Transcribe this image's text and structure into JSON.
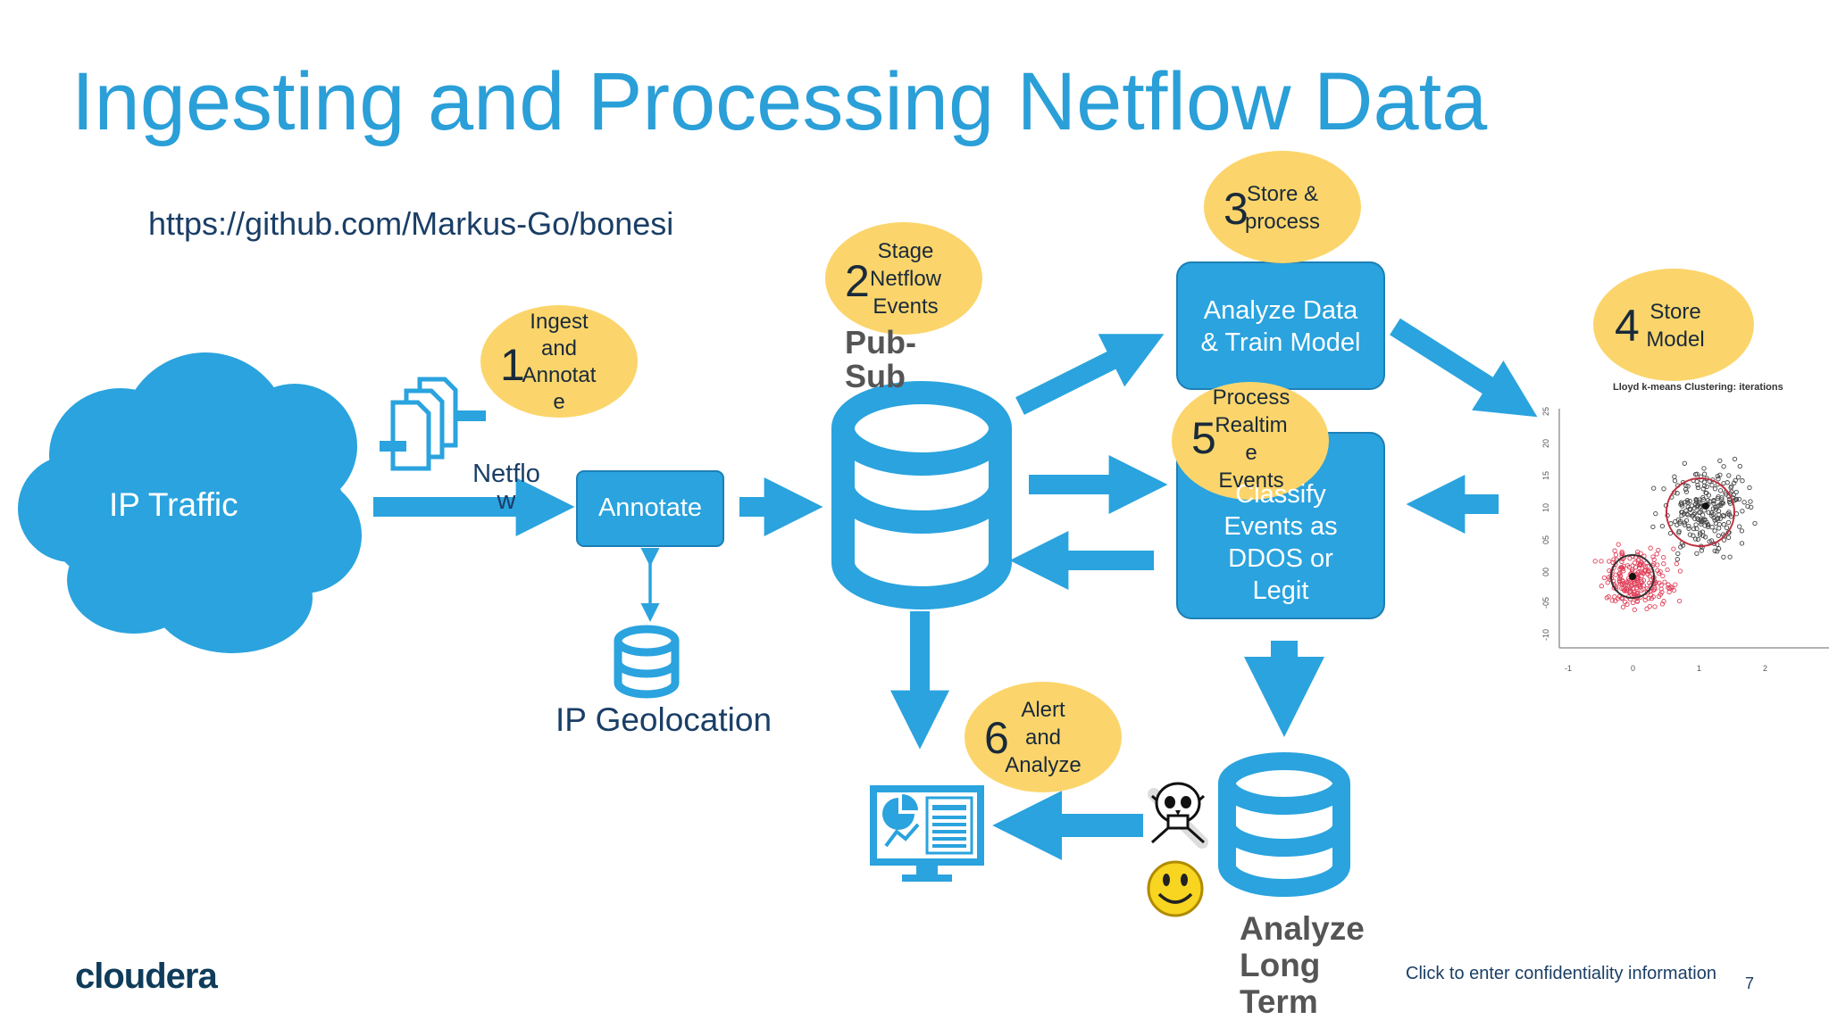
{
  "title": "Ingesting and Processing Netflow Data",
  "source_url": "https://github.com/Markus-Go/bonesi",
  "colors": {
    "primary": "#2aa3de",
    "title": "#2a9fd8",
    "badge": "#fbd56b",
    "dark_text": "#1a3e66",
    "gray_text": "#555555"
  },
  "nodes": {
    "ip_traffic": "IP Traffic",
    "netflow": "Netflo\nw",
    "annotate": "Annotate",
    "ip_geolocation": "IP Geolocation",
    "pub_sub": "Pub-\nSub",
    "analyze_train": "Analyze Data\n& Train Model",
    "classify": "Classify\nEvents as\nDDOS or\nLegit",
    "analyze_long_term": "Analyze\nLong\nTerm"
  },
  "steps": [
    {
      "num": "1",
      "text": "Ingest\nand\nAnnotat\ne"
    },
    {
      "num": "2",
      "text": "Stage\nNetflow\nEvents"
    },
    {
      "num": "3",
      "text": "Store &\nprocess"
    },
    {
      "num": "4",
      "text": "Store\nModel"
    },
    {
      "num": "5",
      "text": "Process\nRealtim\ne\nEvents"
    },
    {
      "num": "6",
      "text": "Alert\nand\nAnalyze"
    }
  ],
  "icons": [
    "cloud-icon",
    "files-icon",
    "database-icon",
    "dashboard-icon",
    "skull-icon",
    "smiley-icon",
    "scatter-plot-thumbnail"
  ],
  "chart_thumbnail": {
    "title": "Lloyd k-means Clustering:  iterations",
    "y_ticks": [
      "25",
      "20",
      "15",
      "10",
      "05",
      "00",
      "-05",
      "-10"
    ],
    "x_ticks": [
      "-1",
      "0",
      "1",
      "2"
    ]
  },
  "footer": {
    "logo": "cloudera",
    "confidentiality": "Click to enter confidentiality information",
    "page_number": "7"
  }
}
